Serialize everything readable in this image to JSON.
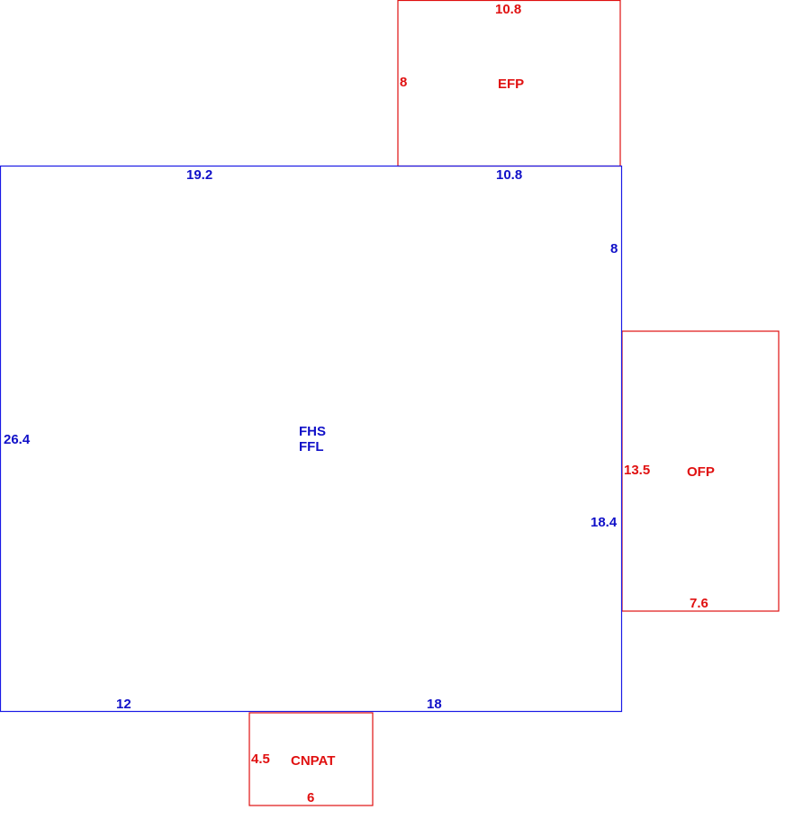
{
  "colors": {
    "main_outline": "#1a1ae6",
    "addition_outline": "#e01010",
    "main_text": "#1010c8",
    "addition_text": "#e01010"
  },
  "main_area": {
    "codes": [
      "FHS",
      "FFL"
    ],
    "dims": {
      "top_left": "19.2",
      "top_right": "10.8",
      "right_upper": "8",
      "left": "26.4",
      "right_lower": "18.4",
      "bottom_left": "12",
      "bottom_right": "18"
    }
  },
  "efp": {
    "code": "EFP",
    "dim_top": "10.8",
    "dim_side": "8"
  },
  "ofp": {
    "code": "OFP",
    "dim_side": "13.5",
    "dim_bottom": "7.6"
  },
  "cnpat": {
    "code": "CNPAT",
    "dim_side": "4.5",
    "dim_bottom": "6"
  }
}
